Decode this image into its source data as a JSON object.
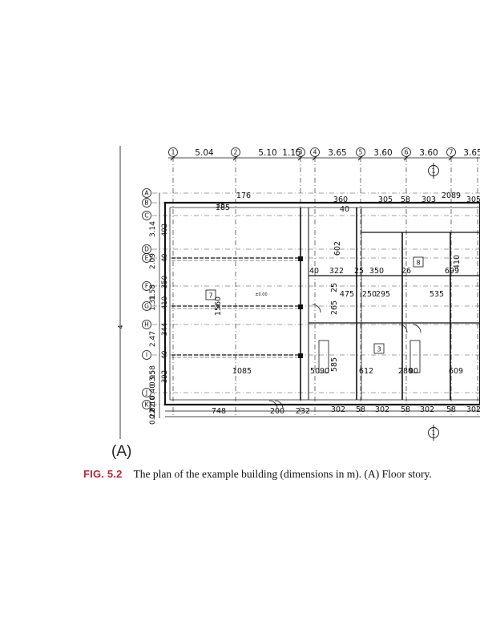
{
  "figure": {
    "number": "FIG. 5.2",
    "caption": "The plan of the example building (dimensions in m). (A) Floor story.",
    "panel": "(A)",
    "accent": "#b5253a"
  },
  "plan": {
    "axes_numbered": [
      "1",
      "2",
      "3",
      "4",
      "5",
      "6",
      "7"
    ],
    "axes_lettered": [
      "A",
      "B",
      "C",
      "D",
      "E",
      "F",
      "G",
      "H",
      "I",
      "J",
      "K"
    ],
    "top_spacings": [
      "5.04",
      "5.10",
      "1.15",
      "3.65",
      "3.60",
      "3.60",
      "3.65"
    ],
    "left_spacings": [
      "3.14",
      "2.09",
      "1.58",
      "1.31",
      "2.47",
      "3.58",
      "0.40",
      "0.22",
      "0.95",
      "0.10",
      "0.22"
    ],
    "left_inner": [
      "402",
      "40",
      "350",
      "410",
      "344",
      "40",
      "392"
    ],
    "dimensions": [
      "176",
      "360",
      "305",
      "58",
      "303",
      "2089",
      "305",
      "35",
      "602",
      "40",
      "322",
      "25",
      "350",
      "26",
      "699",
      "410",
      "475",
      "250",
      "295",
      "535",
      "25",
      "265",
      "1560",
      "1085",
      "50",
      "90",
      "585",
      "612",
      "280",
      "90",
      "609",
      "748",
      "200",
      "232",
      "302",
      "58",
      "302",
      "58",
      "302",
      "58",
      "302",
      "185",
      "40"
    ],
    "room_tags": [
      "7",
      "3",
      "8"
    ],
    "section_marks": [
      "1",
      "1"
    ],
    "side_mark": "4",
    "elevation": "±0.00"
  }
}
